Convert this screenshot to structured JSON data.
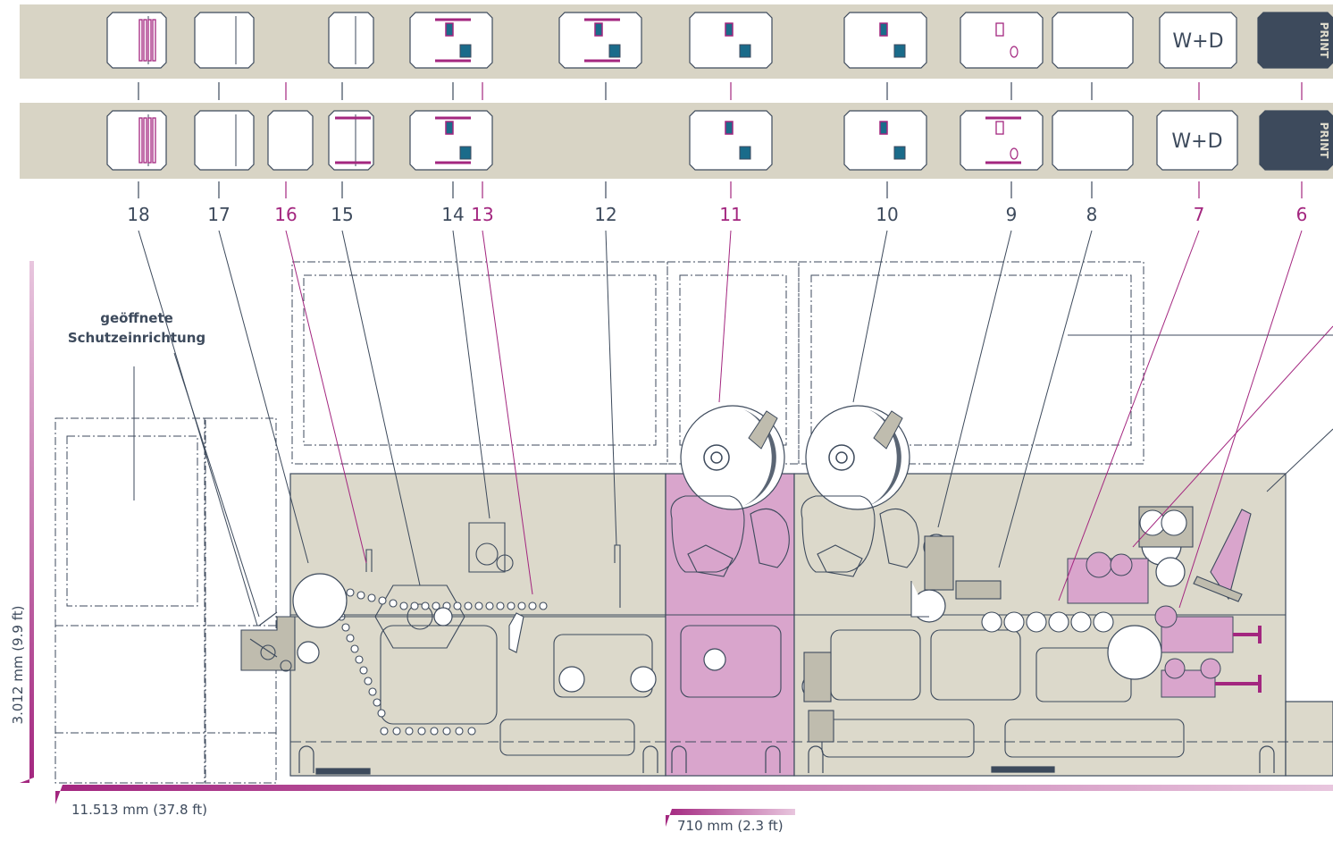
{
  "stations": [
    {
      "number": "18",
      "accent": false
    },
    {
      "number": "17",
      "accent": false
    },
    {
      "number": "16",
      "accent": true
    },
    {
      "number": "15",
      "accent": false
    },
    {
      "number": "14",
      "accent": false
    },
    {
      "number": "13",
      "accent": true
    },
    {
      "number": "12",
      "accent": false
    },
    {
      "number": "11",
      "accent": true
    },
    {
      "number": "10",
      "accent": false
    },
    {
      "number": "9",
      "accent": false
    },
    {
      "number": "8",
      "accent": false
    },
    {
      "number": "7",
      "accent": true
    },
    {
      "number": "6",
      "accent": true
    }
  ],
  "logo_text": "W+D",
  "print_text": "PRINT",
  "guard_note": "geöffnete Schutzeinrichtung",
  "dimensions": {
    "total_length": "11.513 mm (37.8 ft)",
    "module_width": "710 mm (2.3 ft)",
    "height": "3.012 mm (9.9 ft)"
  },
  "colors": {
    "machine_fill": "#dcd9cb",
    "magenta": "#a3267f",
    "magenta_fill": "#d9a5cc",
    "line": "#3d4a5c",
    "strip": "#d8d4c5"
  }
}
